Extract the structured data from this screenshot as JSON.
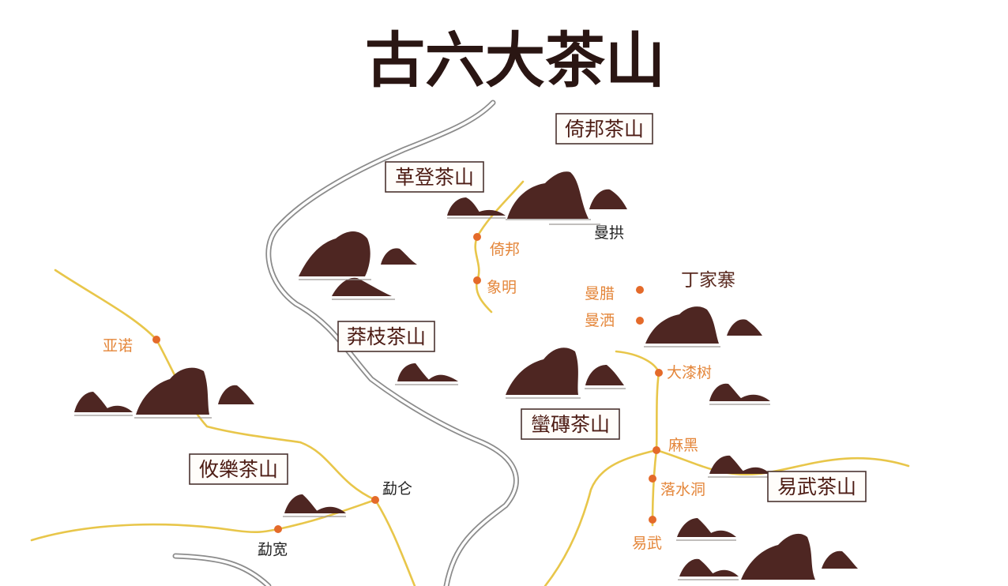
{
  "title": "古六大茶山",
  "regions": {
    "yibang": "倚邦茶山",
    "gedeng": "革登茶山",
    "mangzhi": "莽枝茶山",
    "manzhuan": "蠻磚茶山",
    "youle": "攸樂茶山",
    "yiwu": "易武茶山"
  },
  "places": {
    "yibang": "倚邦",
    "xiangming": "象明",
    "manla": "曼腊",
    "mansa": "曼洒",
    "daqishu": "大漆树",
    "mahei": "麻黑",
    "luoshuidong": "落水洞",
    "yiwu": "易武",
    "yanuo": "亚诺",
    "menglun": "勐仑",
    "mengkuan": "勐宽",
    "mangong": "曼拱",
    "dingjiazhai": "丁家寨"
  },
  "colors": {
    "title": "#2a1613",
    "mountain": "#4e2622",
    "road": "#e8c64a",
    "river": "#8b8b8b",
    "town_marker": "#e46a2a",
    "place_label": "#e4863a"
  }
}
